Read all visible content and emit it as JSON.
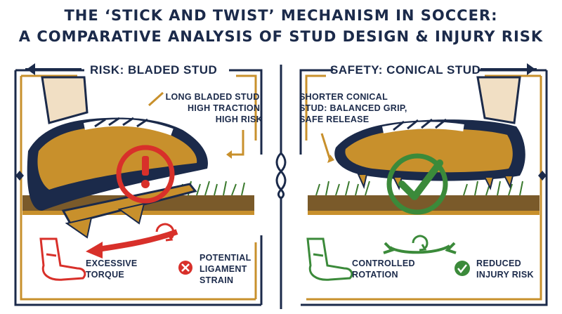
{
  "title": {
    "line1": "THE ‘STICK AND TWIST’ MECHANISM IN SOCCER:",
    "line2": "A COMPARATIVE ANALYSIS OF STUD DESIGN & INJURY RISK"
  },
  "left_panel": {
    "header": "RISK: BLADED STUD",
    "note": "LONG BLADED STUD:\nHIGH TRACTION,\nHIGH RISK",
    "caption_1": "EXCESSIVE\nTORQUE",
    "caption_2": "POTENTIAL\nLIGAMENT\nSTRAIN",
    "accent_color": "#d8302a"
  },
  "right_panel": {
    "header": "SAFETY: CONICAL STUD",
    "note": "SHORTER CONICAL\nSTUD: BALANCED GRIP,\nSAFE RELEASE",
    "caption_1": "CONTROLLED\nROTATION",
    "caption_2": "REDUCED\nINJURY RISK",
    "accent_color": "#3b8a3a"
  },
  "colors": {
    "navy": "#1b2a4a",
    "gold": "#c8902c",
    "grass": "#3b7a2e"
  }
}
